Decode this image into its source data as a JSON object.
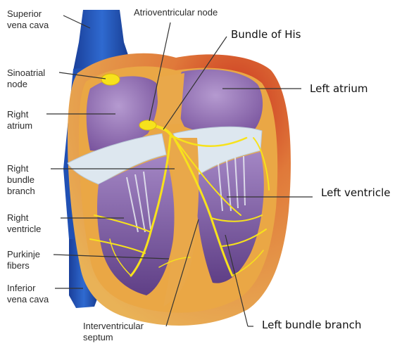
{
  "labels": {
    "superior_vena_cava": [
      "Superior",
      "vena cava"
    ],
    "sinoatrial_node": [
      "Sinoatrial",
      "node"
    ],
    "right_atrium": [
      "Right",
      "atrium"
    ],
    "right_bundle_branch": [
      "Right",
      "bundle",
      "branch"
    ],
    "right_ventricle": [
      "Right",
      "ventricle"
    ],
    "purkinje_fibers": [
      "Purkinje",
      "fibers"
    ],
    "inferior_vena_cava": [
      "Inferior",
      "vena cava"
    ],
    "interventricular_septum": [
      "Interventricular",
      "septum"
    ],
    "atrioventricular_node": "Atrioventricular node",
    "bundle_of_his": "Bundle of His",
    "left_atrium": "Left atrium",
    "left_ventricle": "Left ventricle",
    "left_bundle_branch": "Left bundle branch"
  },
  "colors": {
    "vena_cava_blue": "#1f4fb0",
    "outer_red": "#d8452a",
    "wall_orange": "#e8a744",
    "chamber_purple": "#9b78b8",
    "valve_white": "#e6eef4",
    "conduction_yellow": "#f7e21c",
    "leader_line": "#333333"
  }
}
